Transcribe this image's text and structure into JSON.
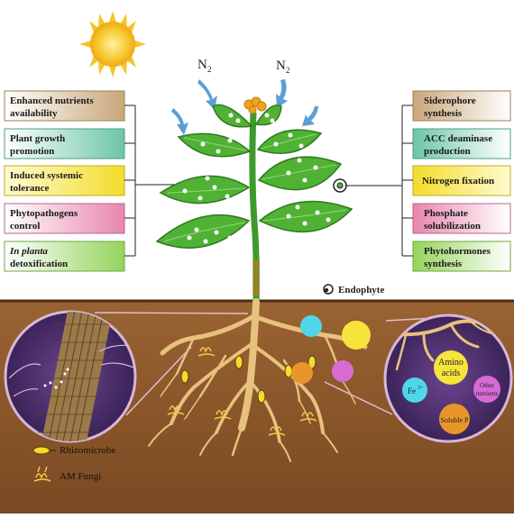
{
  "left_boxes": [
    {
      "line1": "Enhanced nutrients",
      "line2": "availability",
      "italic_prefix": "",
      "color": "#c9b08a"
    },
    {
      "line1": "Plant growth",
      "line2": "promotion",
      "italic_prefix": "",
      "color": "#7fc9b0"
    },
    {
      "line1": "Induced systemic",
      "line2": "tolerance",
      "italic_prefix": "",
      "color": "#f2df3a"
    },
    {
      "line1": "Phytopathogens",
      "line2": "control",
      "italic_prefix": "",
      "color": "#e78fb1"
    },
    {
      "line1": "In planta",
      "line2": "detoxification",
      "italic_prefix": "In planta",
      "color": "#9fd86a"
    }
  ],
  "right_boxes": [
    {
      "line1": "Siderophore",
      "line2": "synthesis",
      "color": "#c9b08a"
    },
    {
      "line1": "ACC deaminase",
      "line2": "production",
      "color": "#7fc9b0"
    },
    {
      "line1": "Nitrogen fixation",
      "line2": "",
      "color": "#f2df3a"
    },
    {
      "line1": "Phosphate",
      "line2": "solubilization",
      "color": "#e78fb1"
    },
    {
      "line1": "Phytohormones",
      "line2": "synthesis",
      "color": "#9fd86a"
    }
  ],
  "n2_label": "N",
  "n2_sub": "2",
  "endophyte_label": "Endophyte",
  "rhizomicrobe_label": "Rhizomicrobe",
  "am_fungi_label": "AM Fungi",
  "nutrients": {
    "amino": "Amino",
    "acids": "acids",
    "fe": "Fe",
    "fe_sup": "3+",
    "other1": "Other",
    "other2": "nutrients",
    "soluble_p": "Soluble P"
  },
  "colors": {
    "sky": "#ffffff",
    "soil": "#8b5a2e",
    "leaf": "#4fb234",
    "root": "#e7c27e",
    "circle_bg": "#4b2f6e",
    "cyan": "#4fd6ea",
    "yellow": "#f6e43d",
    "magenta": "#d66bd4",
    "orange": "#e8962a"
  }
}
